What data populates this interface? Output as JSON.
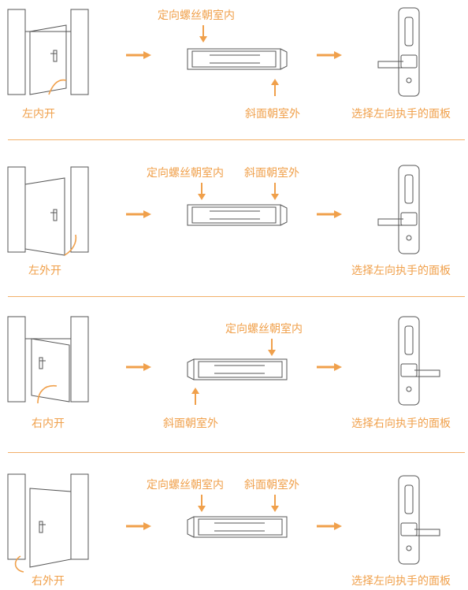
{
  "accent_color": "#f0a04b",
  "line_color": "#555555",
  "rows": [
    {
      "door_label": "左内开",
      "top_label": "定向螺丝朝室内",
      "bottom_label": "斜面朝室外",
      "panel_label": "选择左向执手的面板"
    },
    {
      "door_label": "左外开",
      "top_label_a": "定向螺丝朝室内",
      "top_label_b": "斜面朝室外",
      "panel_label": "选择左向执手的面板"
    },
    {
      "door_label": "右内开",
      "top_label": "定向螺丝朝室内",
      "bottom_label": "斜面朝室外",
      "panel_label": "选择右向执手的面板"
    },
    {
      "door_label": "右外开",
      "top_label_a": "定向螺丝朝室内",
      "top_label_b": "斜面朝室外",
      "panel_label": "选择左向执手的面板"
    }
  ]
}
